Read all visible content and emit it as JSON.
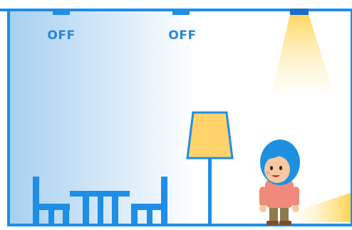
{
  "scene": {
    "lights": [
      {
        "id": "ceiling-light-left",
        "status_label": "OFF",
        "state": "off"
      },
      {
        "id": "ceiling-light-middle",
        "status_label": "OFF",
        "state": "off"
      },
      {
        "id": "ceiling-light-right",
        "state": "on"
      },
      {
        "id": "floor-lamp",
        "state": "on"
      }
    ],
    "colors": {
      "wall_frame": "#1f8ee6",
      "window_gradient_start": "#a9d3f2",
      "light_glow": "#ffe27a",
      "lamp_shade": "#ffd36a",
      "furniture": "#1f8ee6",
      "child_hair": "#1e90e0",
      "child_shirt": "#f08a7a",
      "child_pants": "#8d7a4d"
    },
    "icons": [
      "ceiling-light-icon",
      "floor-lamp-icon",
      "chair-icon",
      "table-icon",
      "child-figure-icon"
    ]
  }
}
